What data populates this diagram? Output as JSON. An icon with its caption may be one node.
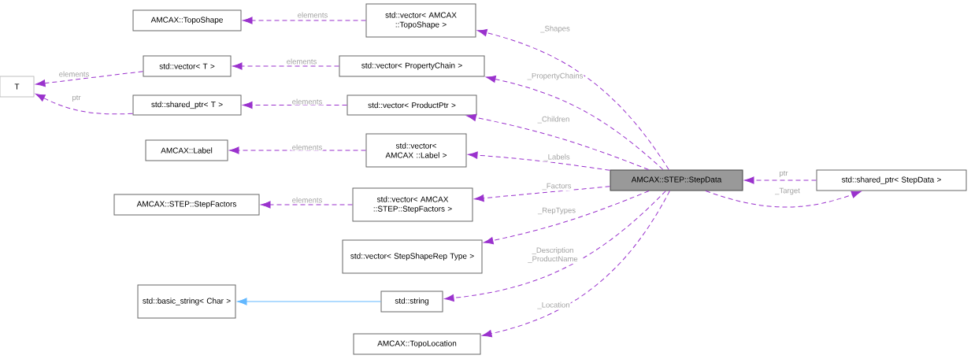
{
  "diagram": {
    "nodes": [
      {
        "text": [
          "AMCAX::TopoShape"
        ]
      },
      {
        "text": [
          "std::vector< AMCAX ::TopoShape >"
        ]
      },
      {
        "text": [
          "T"
        ]
      },
      {
        "text": [
          "std::vector< T >"
        ]
      },
      {
        "text": [
          "std::vector< PropertyChain >"
        ]
      },
      {
        "text": [
          "std::shared_ptr< T >"
        ]
      },
      {
        "text": [
          "std::vector< ProductPtr >"
        ]
      },
      {
        "text": [
          "AMCAX::Label"
        ]
      },
      {
        "text": [
          "std::vector< AMCAX ::Label >"
        ]
      },
      {
        "text": [
          "AMCAX::STEP::StepData"
        ]
      },
      {
        "text": [
          "std::shared_ptr< StepData >"
        ]
      },
      {
        "text": [
          "AMCAX::STEP::StepFactors"
        ]
      },
      {
        "text": [
          "std::vector< AMCAX ::STEP::StepFactors >"
        ]
      },
      {
        "text": [
          "std::vector< StepShapeRep Type >"
        ]
      },
      {
        "text": [
          "std::basic_string< Char >"
        ]
      },
      {
        "text": [
          "std::string"
        ]
      },
      {
        "text": [
          "AMCAX::TopoLocation"
        ]
      }
    ],
    "edges": [
      {
        "from": 1,
        "to": 0,
        "arrow": "to",
        "label": "elements",
        "style": "dashed"
      },
      {
        "from": 3,
        "to": 2,
        "arrow": "to",
        "label": "elements",
        "style": "dashed"
      },
      {
        "from": 5,
        "to": 2,
        "arrow": "to",
        "label": "ptr",
        "style": "dashed"
      },
      {
        "from": 4,
        "to": 3,
        "arrow": "to",
        "label": "elements",
        "style": "dashed"
      },
      {
        "from": 6,
        "to": 5,
        "arrow": "to",
        "label": "elements",
        "style": "dashed"
      },
      {
        "from": 8,
        "to": 7,
        "arrow": "to",
        "label": "elements",
        "style": "dashed"
      },
      {
        "from": 12,
        "to": 11,
        "arrow": "to",
        "label": "elements",
        "style": "dashed"
      },
      {
        "from": 15,
        "to": 14,
        "arrow": "to",
        "color": "#63b8ff"
      },
      {
        "from": 9,
        "to": 1,
        "arrow": "to",
        "label": "_Shapes",
        "style": "dashed"
      },
      {
        "from": 9,
        "to": 4,
        "arrow": "to",
        "label": "_PropertyChains",
        "style": "dashed"
      },
      {
        "from": 9,
        "to": 6,
        "arrow": "to",
        "label": "_Children",
        "style": "dashed"
      },
      {
        "from": 9,
        "to": 8,
        "arrow": "to",
        "label": "_Labels",
        "style": "dashed"
      },
      {
        "from": 9,
        "to": 12,
        "arrow": "to",
        "label": "_Factors",
        "style": "dashed"
      },
      {
        "from": 9,
        "to": 13,
        "arrow": "to",
        "label": "_RepTypes",
        "style": "dashed"
      },
      {
        "from": 9,
        "to": 15,
        "arrow": "to",
        "label": "_Description _ProductName",
        "style": "dashed"
      },
      {
        "from": 9,
        "to": 16,
        "arrow": "to",
        "label": "_Location",
        "style": "dashed"
      },
      {
        "from": 10,
        "to": 9,
        "arrow": "to",
        "label": "ptr",
        "style": "dashed"
      },
      {
        "from": 9,
        "to": 10,
        "arrow": "to",
        "label": "_Target",
        "style": "dashed"
      }
    ]
  }
}
